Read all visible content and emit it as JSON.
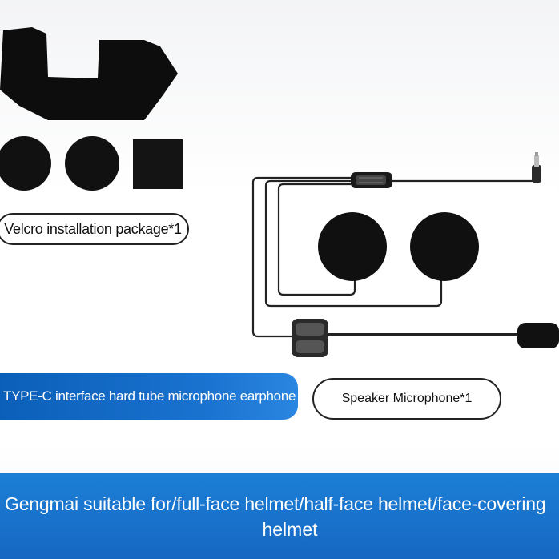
{
  "labels": {
    "velcro_package": "Velcro installation package*1",
    "type_c_earphone": "TYPE-C interface hard tube microphone earphone",
    "speaker_microphone": "Speaker Microphone*1"
  },
  "banner": {
    "line1": "Gengmai suitable for/full-face helmet/half-face helmet/face-covering",
    "line2": "helmet"
  },
  "colors": {
    "blue_accent": "#1a73d0",
    "bottom_band": "#1c7fd6",
    "foam_black": "#0d0d0d"
  }
}
